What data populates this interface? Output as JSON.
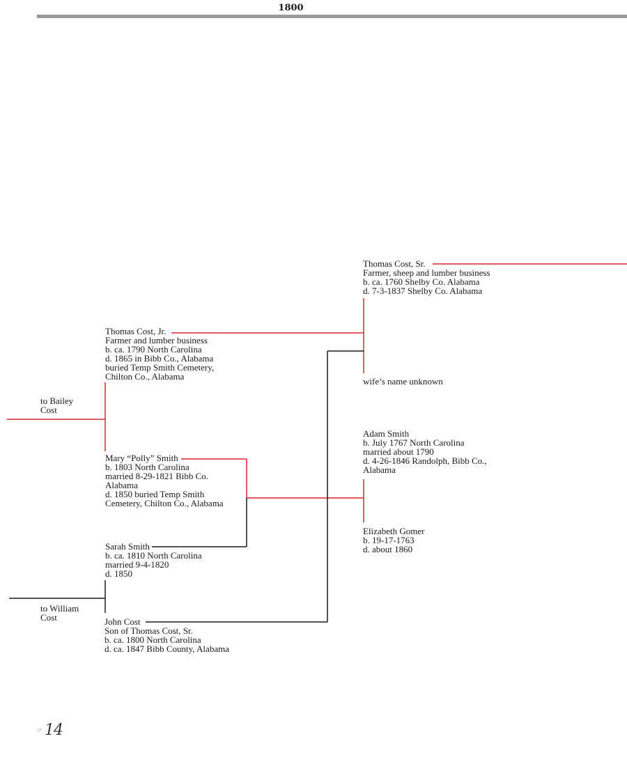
{
  "header": {
    "year": "1800"
  },
  "colors": {
    "paternal_line": "#e0242b",
    "other_line": "#1a1a1a",
    "header_rule": "#999999"
  },
  "people": {
    "thomas_sr": {
      "lines": [
        "Thomas Cost, Sr.",
        "Farmer, sheep and lumber business",
        "b. ca. 1760 Shelby Co. Alabama",
        "d. 7-3-1837 Shelby Co. Alabama"
      ]
    },
    "wife_unknown": {
      "lines": [
        "wife’s name unknown"
      ]
    },
    "thomas_jr": {
      "lines": [
        "Thomas Cost, Jr.",
        "Farmer and lumber business",
        "b.  ca. 1790 North Carolina",
        "d. 1865 in Bibb Co., Alabama",
        "buried Temp Smith Cemetery,",
        "Chilton Co., Alabama"
      ]
    },
    "adam_smith": {
      "lines": [
        "Adam Smith",
        "b. July 1767 North Carolina",
        "married about 1790",
        "d. 4-26-1846 Randolph, Bibb Co.,",
        "Alabama"
      ]
    },
    "elizabeth_gomer": {
      "lines": [
        "Elizabeth Gomer",
        "b. 19-17-1763",
        "d. about 1860"
      ]
    },
    "mary_polly": {
      "lines": [
        "Mary “Polly” Smith",
        "b. 1803 North Carolina",
        "married 8-29-1821 Bibb Co.",
        "Alabama",
        "d. 1850  buried Temp Smith",
        "Cemetery, Chilton Co., Alabama"
      ]
    },
    "sarah_smith": {
      "lines": [
        "Sarah Smith",
        "b. ca. 1810 North Carolina",
        "married 9-4-1820",
        "d. 1850"
      ]
    },
    "john_cost": {
      "lines": [
        "John Cost",
        "Son of Thomas Cost, Sr.",
        "b. ca. 1800 North Carolina",
        "d. ca. 1847 Bibb County, Alabama"
      ]
    }
  },
  "links": {
    "to_bailey": [
      "to Bailey",
      "Cost"
    ],
    "to_william": [
      "to William",
      "Cost"
    ]
  },
  "page": {
    "number": "14"
  }
}
